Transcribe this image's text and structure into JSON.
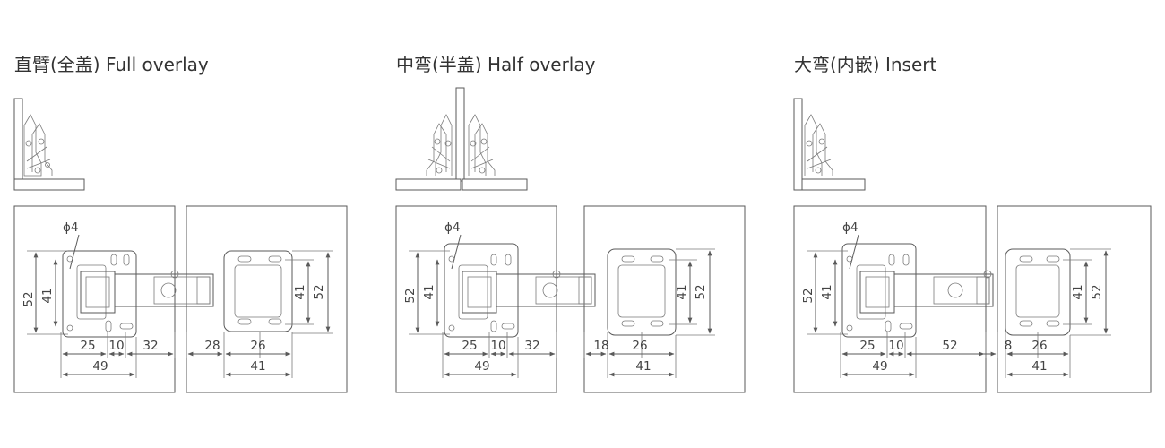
{
  "panels": [
    {
      "title": "直臂(全盖) Full overlay",
      "hole_label": "ϕ4",
      "left_dims": [
        "52",
        "41",
        "25",
        "10",
        "32",
        "49"
      ],
      "right_dims": [
        "28",
        "26",
        "41",
        "41",
        "52"
      ]
    },
    {
      "title": "中弯(半盖) Half overlay",
      "hole_label": "ϕ4",
      "left_dims": [
        "52",
        "41",
        "25",
        "10",
        "32",
        "49"
      ],
      "right_dims": [
        "18",
        "26",
        "41",
        "41",
        "52"
      ]
    },
    {
      "title": "大弯(内嵌) Insert",
      "hole_label": "ϕ4",
      "left_dims": [
        "52",
        "41",
        "25",
        "10",
        "52",
        "49"
      ],
      "right_dims": [
        "8",
        "26",
        "41",
        "41",
        "52"
      ]
    }
  ]
}
